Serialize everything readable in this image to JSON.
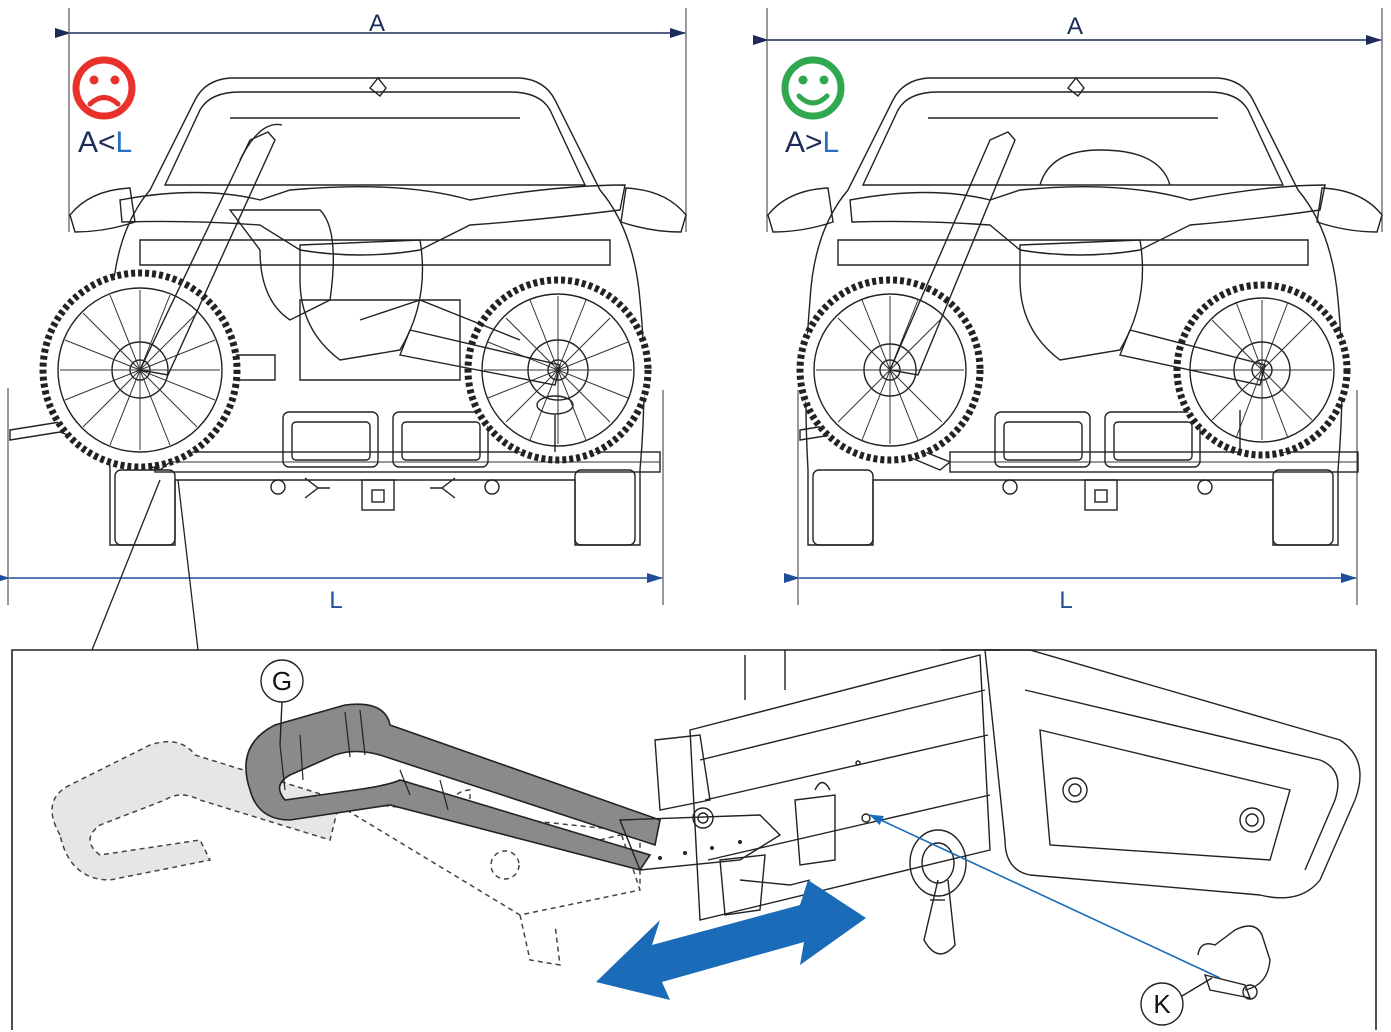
{
  "panels": [
    {
      "id": "left",
      "dimension_top": "A",
      "dimension_bottom": "L",
      "comparison": {
        "a": "A",
        "op": "<",
        "l": "L"
      },
      "face": "sad",
      "face_color": "#e8312a"
    },
    {
      "id": "right",
      "dimension_top": "A",
      "dimension_bottom": "L",
      "comparison": {
        "a": "A",
        "op": ">",
        "l": "L"
      },
      "face": "happy",
      "face_color": "#2fa84f"
    }
  ],
  "detail": {
    "callout_g": "G",
    "callout_k": "K",
    "arrow_color": "#1a6bb8"
  },
  "colors": {
    "dimension": "#1f4e9a",
    "comparison_a": "#1b2b5a",
    "comparison_l": "#2a6fc0",
    "grip_fill": "#8a8a8a"
  },
  "icons": [
    "sad-face-icon",
    "happy-face-icon",
    "double-arrow-icon"
  ]
}
